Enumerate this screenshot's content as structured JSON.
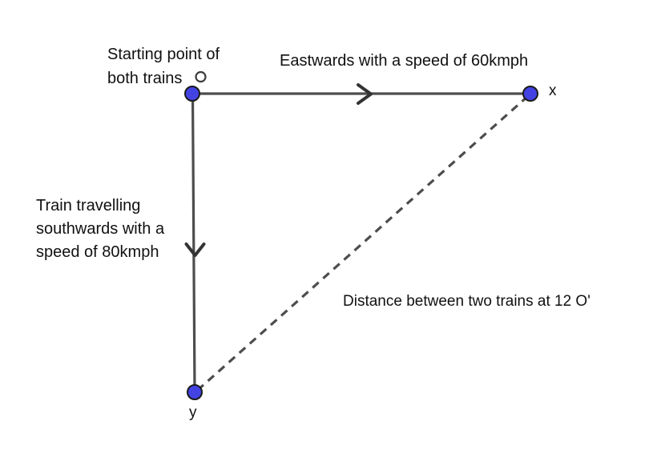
{
  "diagram": {
    "background_color": "#ffffff",
    "colors": {
      "line": "#4d4d4d",
      "arrow": "#333333",
      "point_fill": "#4343e3",
      "point_stroke": "#1a1a1a",
      "marker_stroke": "#3d3d3d",
      "text": "#111111"
    },
    "labels": {
      "start_point": "Starting point of\nboth trains",
      "east": "Eastwards with a speed of 60kmph",
      "south": "Train travelling\nsouthwards with a\nspeed of 80kmph",
      "distance": "Distance between two trains at 12 O'",
      "point_x": "x",
      "point_y": "y"
    }
  }
}
